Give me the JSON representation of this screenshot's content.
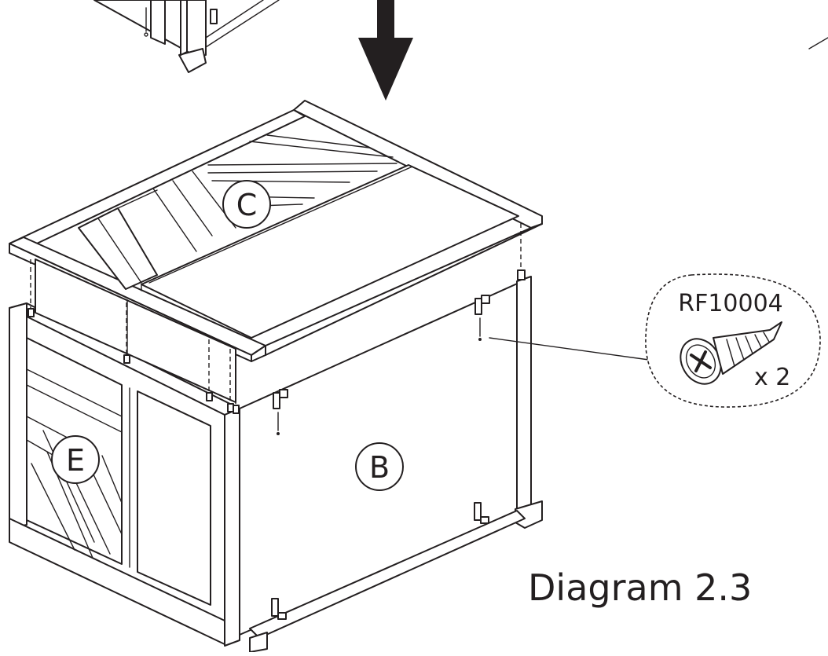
{
  "labels": {
    "part_c": "C",
    "part_e": "E",
    "part_b": "B"
  },
  "callout": {
    "part_number": "RF10004",
    "quantity": "x 2",
    "icon": "screw-icon"
  },
  "caption": "Diagram 2.3",
  "arrow_icon": "down-arrow-icon",
  "colors": {
    "ink": "#231f20",
    "paper": "#ffffff"
  }
}
